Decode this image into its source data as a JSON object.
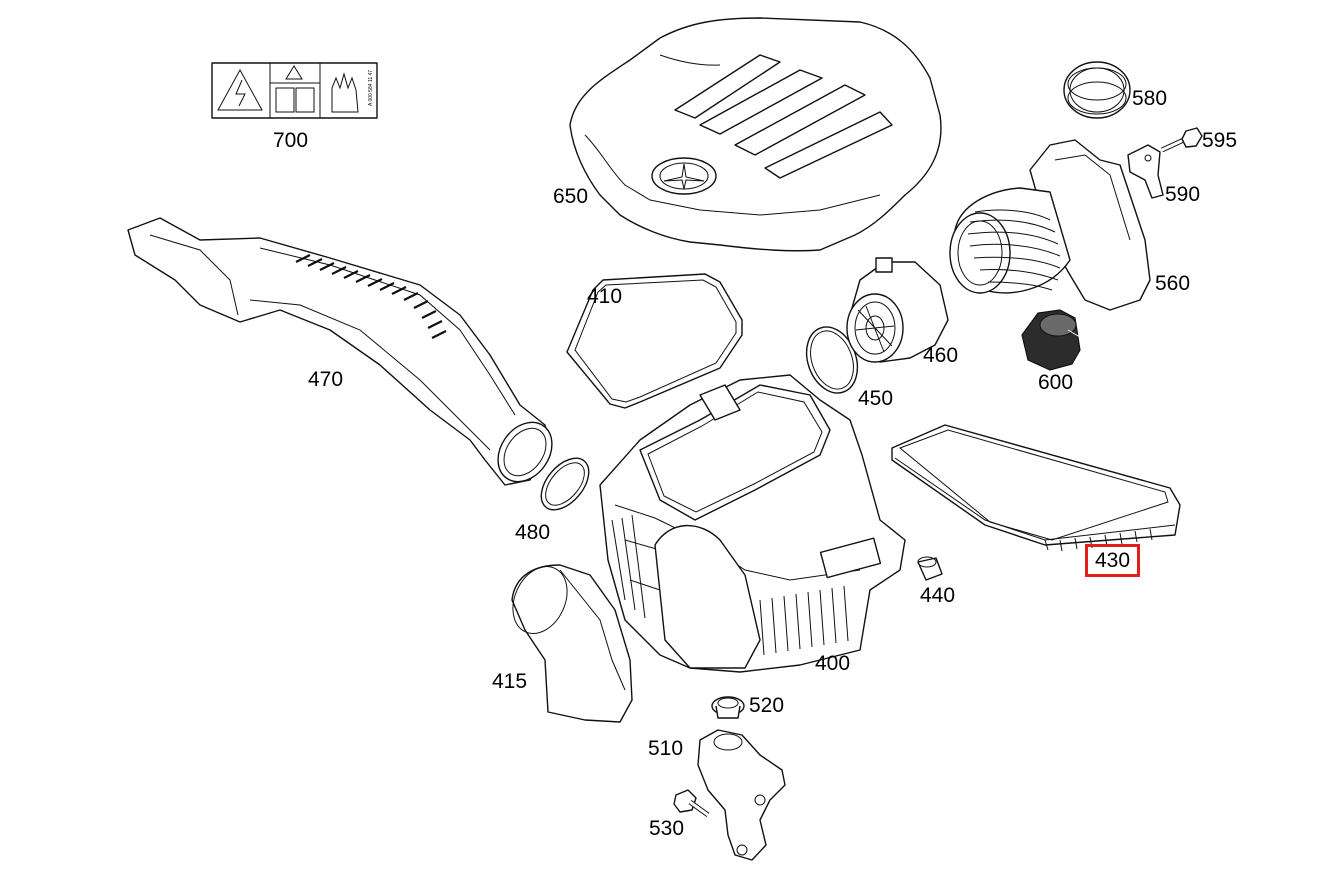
{
  "callouts": {
    "c700": "700",
    "c650": "650",
    "c580": "580",
    "c595": "595",
    "c590": "590",
    "c560": "560",
    "c470": "470",
    "c410": "410",
    "c460": "460",
    "c600": "600",
    "c450": "450",
    "c430": "430",
    "c480": "480",
    "c440": "440",
    "c400": "400",
    "c415": "415",
    "c520": "520",
    "c510": "510",
    "c530": "530"
  },
  "selected_callout": "430",
  "label_700": {
    "code": "A 000 584 11 47"
  },
  "colors": {
    "highlight": "#e0201b",
    "line": "#111111",
    "background": "#ffffff"
  }
}
